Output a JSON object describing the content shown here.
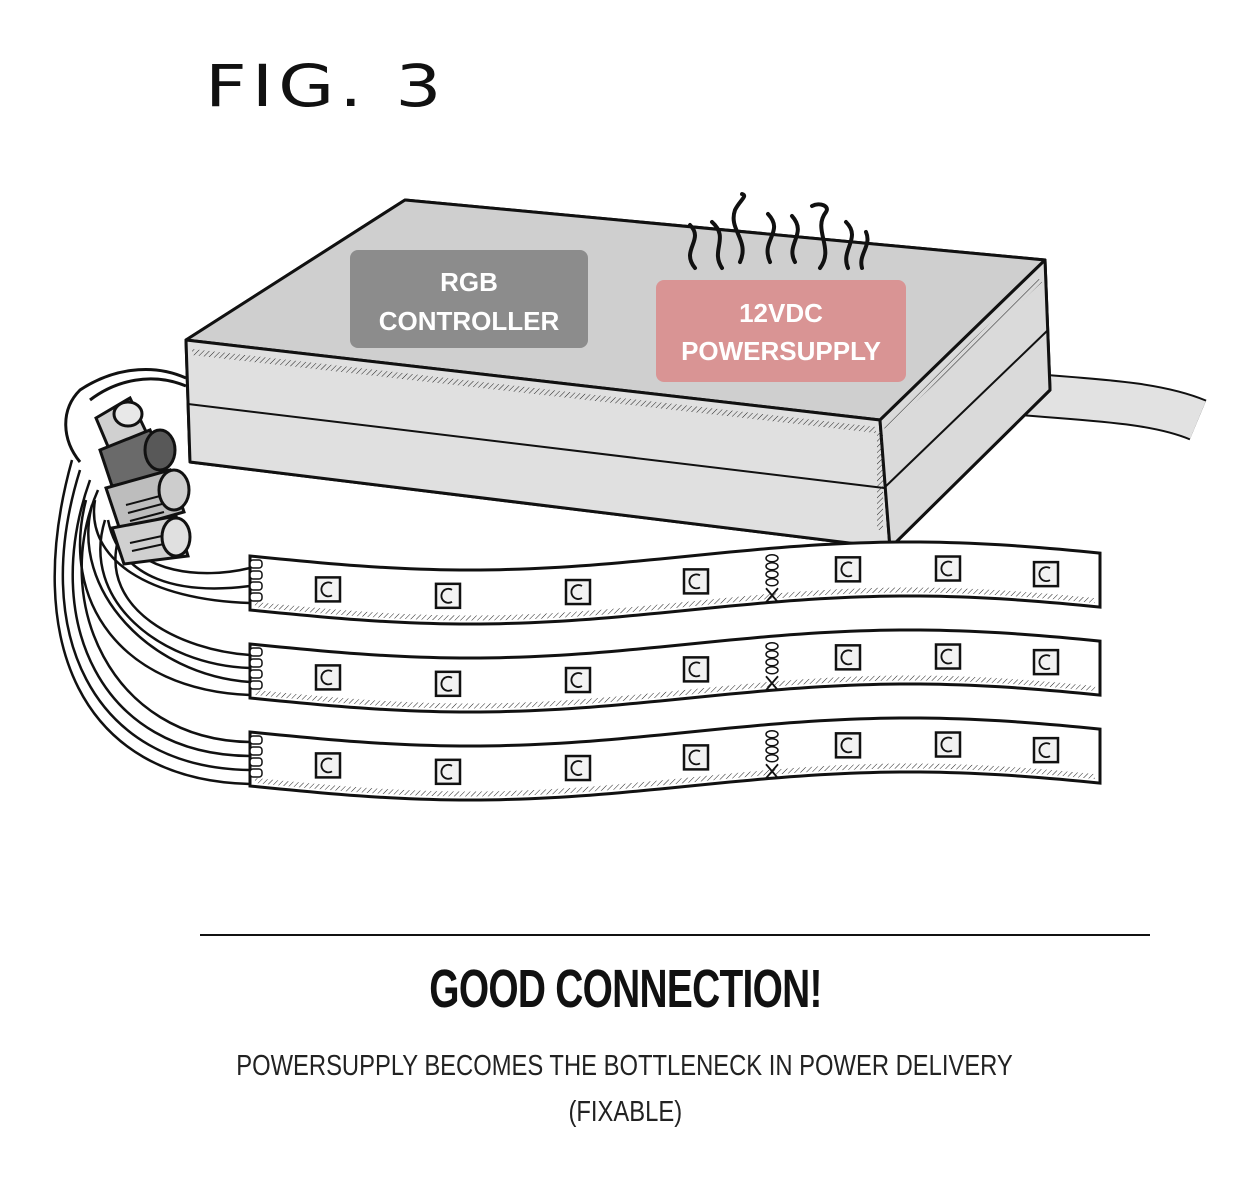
{
  "figure_label": "FIG. 3",
  "device": {
    "rgb_controller_label_line1": "RGB",
    "rgb_controller_label_line2": "CONTROLLER",
    "power_supply_label_line1": "12VDC",
    "power_supply_label_line2": "POWERSUPPLY",
    "colors": {
      "controller_panel": "#8c8c8c",
      "power_supply_panel": "#d99494",
      "housing": "#dcdcdc",
      "outline": "#111111"
    }
  },
  "connectors": [
    {
      "name": "wire-nut",
      "color": "#d0d0d0"
    },
    {
      "name": "wire-nut",
      "color": "#6a6a6a"
    },
    {
      "name": "wire-nut",
      "color": "#bdbdbd"
    },
    {
      "name": "wire-nut",
      "color": "#d0d0d0"
    }
  ],
  "led_strips": [
    {
      "name": "led-strip-1"
    },
    {
      "name": "led-strip-2"
    },
    {
      "name": "led-strip-3"
    }
  ],
  "caption": {
    "headline": "GOOD CONNECTION!",
    "line1": "POWERSUPPLY BECOMES THE BOTTLENECK IN POWER DELIVERY",
    "line2": "(FIXABLE)"
  }
}
